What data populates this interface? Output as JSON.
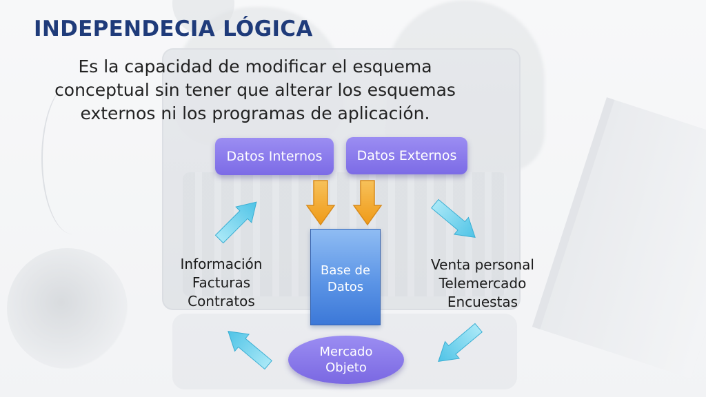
{
  "title": "INDEPENDECIA LÓGICA",
  "description": "Es la capacidad de modificar el esquema conceptual sin tener que alterar los esquemas externos ni los programas de aplicación.",
  "diagram": {
    "box_datos_internos": "Datos Internos",
    "box_datos_externos": "Datos Externos",
    "box_base_de_datos": [
      "Base de",
      "Datos"
    ],
    "ellipse_mercado_objeto": [
      "Mercado",
      "Objeto"
    ],
    "left_list": [
      "Información",
      "Facturas",
      "Contratos"
    ],
    "right_list": [
      "Venta personal",
      "Telemercado",
      "Encuestas"
    ]
  },
  "colors": {
    "title": "#1f3b7a",
    "box_purple": "#8a7cf0",
    "database_blue": "#4a86e0",
    "arrow_orange": "#f3a526",
    "arrow_cyan": "#6fd3ee"
  }
}
